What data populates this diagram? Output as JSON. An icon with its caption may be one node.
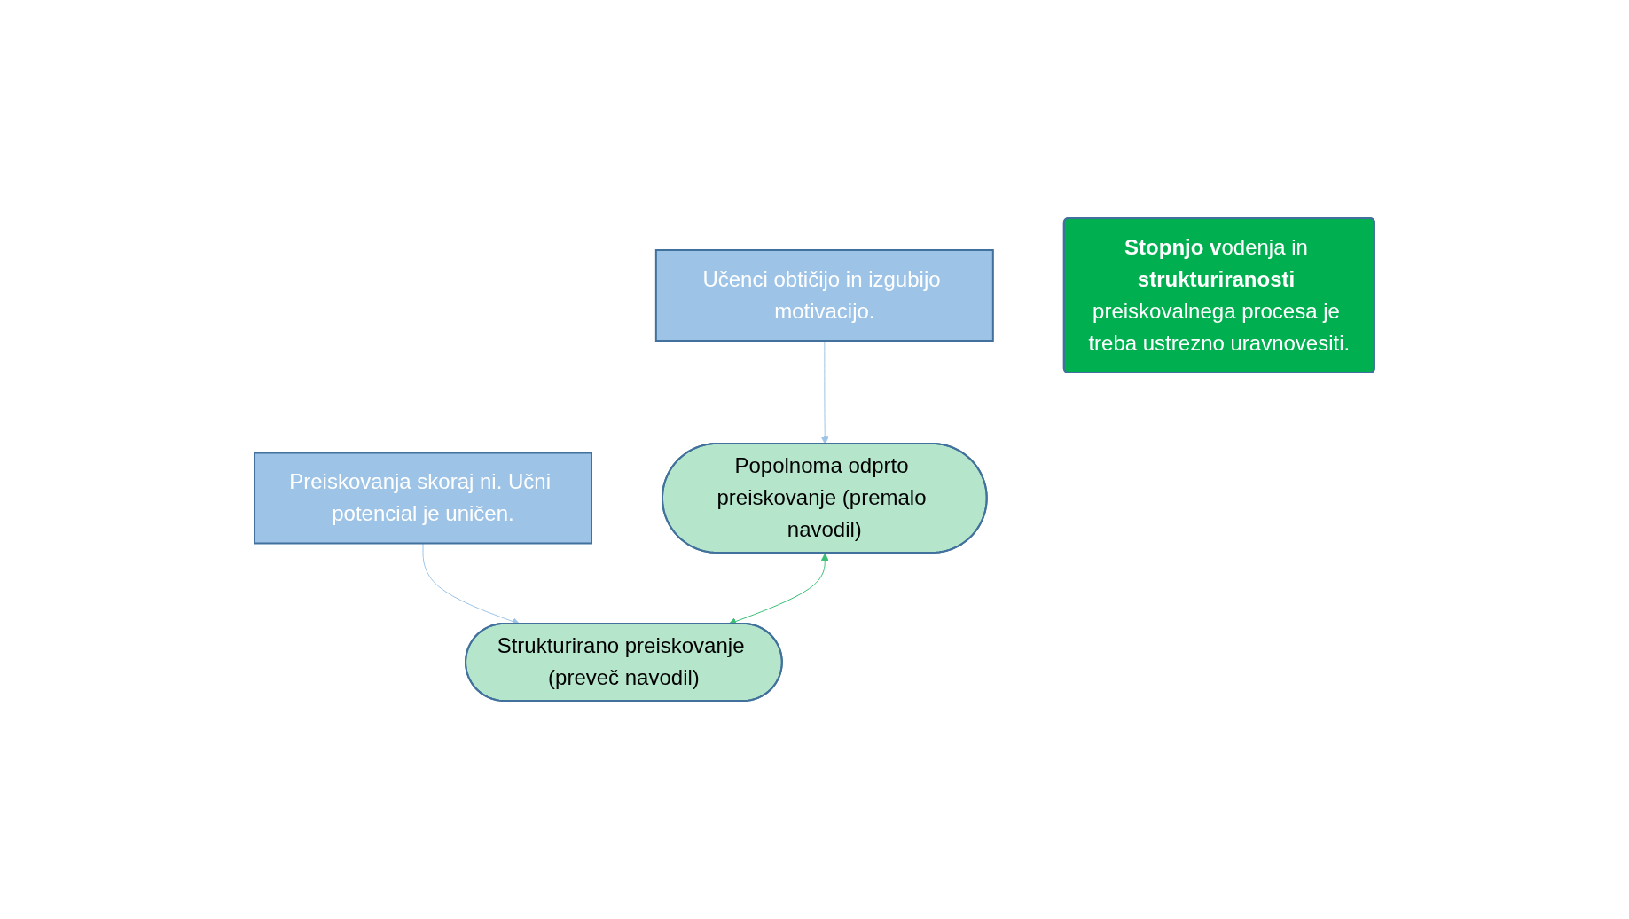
{
  "diagram": {
    "nodes": [
      {
        "text": [
          "Učenci obtičijo in izgubijo motivacijo."
        ]
      },
      {
        "text": [
          "Preiskovanja skoraj ni. Učni potencial je uničen."
        ]
      },
      {
        "text": [
          "Popolnoma odprto preiskovanje (premalo navodil)"
        ]
      },
      {
        "text": [
          "Strukturirano preiskovanje (preveč navodil)"
        ]
      },
      {
        "text": [
          "**Stopnjo v**odenja in **strukturiranosti** preiskovalnega procesa je treba ustrezno uravnovesiti."
        ]
      }
    ],
    "edges": [
      {
        "from": 0,
        "to": 2,
        "arrow": "to",
        "color": "#9dc3e6"
      },
      {
        "from": 1,
        "to": 3,
        "arrow": "to",
        "color": "#9dc3e6"
      },
      {
        "from": 2,
        "to": 3,
        "arrow": "both",
        "color": "#38bf73"
      }
    ]
  }
}
